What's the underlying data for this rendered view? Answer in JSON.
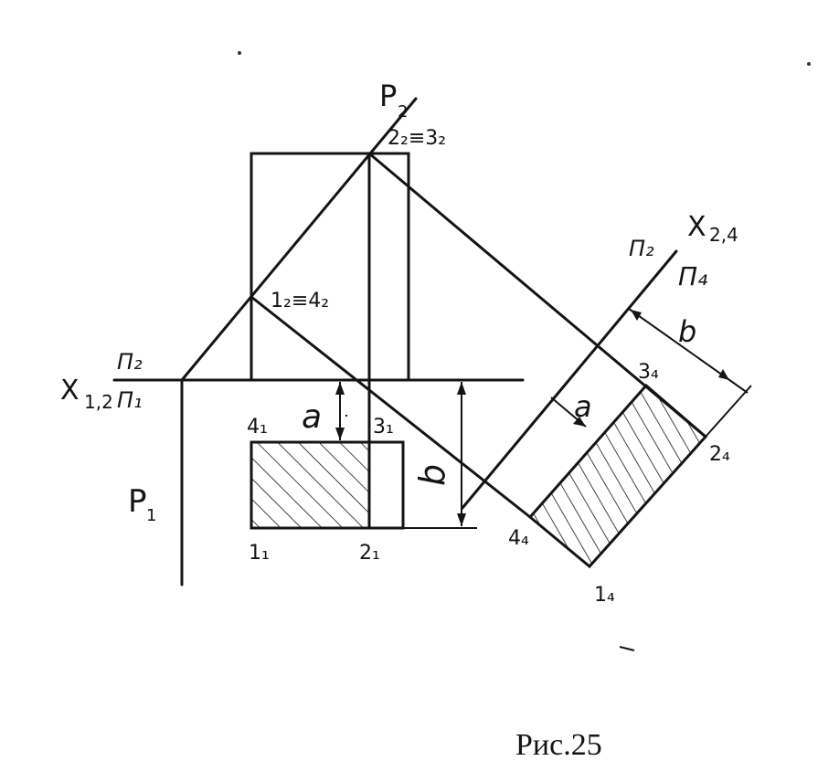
{
  "caption": "Рис.25",
  "labels": {
    "x12": "X",
    "x12_sub": "1,2",
    "pi2_axis1": "П₂",
    "pi1_axis1": "П₁",
    "p1": "P",
    "p1_sub": "1",
    "p2": "P",
    "p2_sub": "2",
    "pt_2_2_3_2": "2₂≡3₂",
    "pt_1_2_4_2": "1₂≡4₂",
    "x24": "X",
    "x24_sub": "2,4",
    "pi2_axis2": "П₂",
    "pi4_axis2": "П₄",
    "pt_4_1": "4₁",
    "pt_3_1": "3₁",
    "pt_1_1": "1₁",
    "pt_2_1": "2₁",
    "pt_3_4": "3₄",
    "pt_2_4": "2₄",
    "pt_4_4": "4₄",
    "pt_1_4": "1₄",
    "dim_a_left": "a",
    "dim_b_left": "b",
    "dim_a_right": "a",
    "dim_b_right": "b"
  },
  "colors": {
    "ink": "#141414",
    "paper": "#ffffff"
  }
}
